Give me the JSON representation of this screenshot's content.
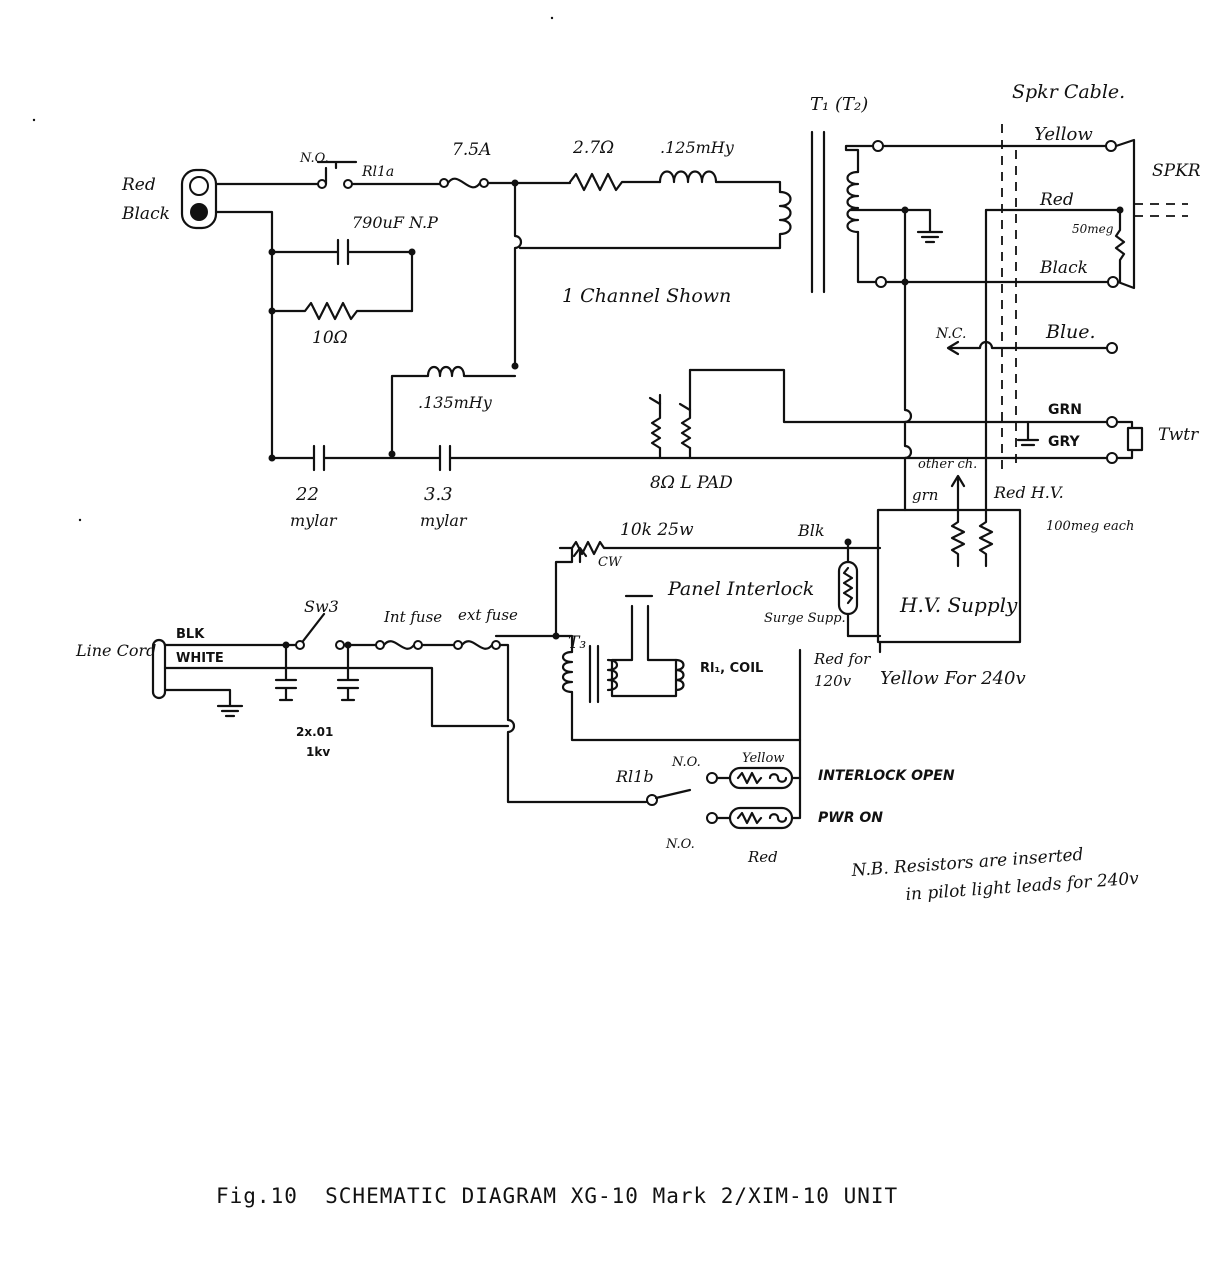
{
  "diagram": {
    "labels": {
      "red": "Red",
      "black": "Black",
      "no_1": "N.O.",
      "rl1a": "Rl1a",
      "fuse_75": "7.5A",
      "res_27": "2.7Ω",
      "ind_125": ".125mHy",
      "cap_790": "790uF N.P",
      "res_10": "10Ω",
      "one_channel": "1 Channel Shown",
      "ind_135": ".135mHy",
      "cap_22": "22",
      "mylar_1": "mylar",
      "cap_33": "3.3",
      "mylar_2": "mylar",
      "lpad": "8Ω L PAD",
      "t1": "T₁ (T₂)",
      "spkr_cable": "Spkr Cable.",
      "spkr": "SPKR",
      "yellow": "Yellow",
      "red_wire": "Red",
      "fifty_meg": "50meg",
      "black_wire": "Black",
      "nc": "N.C.",
      "blue": "Blue.",
      "grn": "GRN",
      "gry": "GRY",
      "twtr": "Twtr",
      "other_ch": "other ch.",
      "grn_short": "grn",
      "red_hv": "Red H.V.",
      "hundred_meg": "100meg each",
      "hv_supply": "H.V. Supply",
      "res_10k": "10k 25w",
      "cw": "CW",
      "blk_short": "Blk",
      "panel_interlock": "Panel Interlock",
      "surge_supp": "Surge Supp.",
      "red_for": "Red for",
      "v120": "120v",
      "yellow_240": "Yellow For 240v",
      "t3": "T₃",
      "rl1_coil": "Rl₁, COIL",
      "sw": "Sw3",
      "int_fuse": "Int fuse",
      "ext_fuse": "ext fuse",
      "line_cord": "Line Cord",
      "blk_caps": "BLK",
      "white_caps": "WHITE",
      "caps_01": "2x.01",
      "kv": "1kv",
      "rl1b": "Rl1b",
      "no_2": "N.O.",
      "yellow_lamp": "Yellow",
      "interlock_open": "INTERLOCK OPEN",
      "pwr_on": "PWR ON",
      "no_3": "N.O.",
      "red_lamp": "Red",
      "nb_1": "N.B. Resistors are inserted",
      "nb_2": "in pilot light leads for 240v"
    },
    "caption": "Fig.10  SCHEMATIC DIAGRAM XG-10 Mark 2/XIM-10 UNIT"
  }
}
